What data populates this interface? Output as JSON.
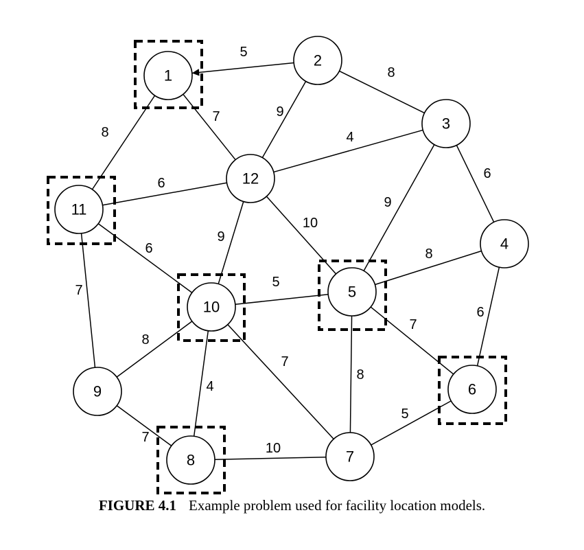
{
  "nodes": [
    {
      "id": "1",
      "label": "1"
    },
    {
      "id": "2",
      "label": "2"
    },
    {
      "id": "3",
      "label": "3"
    },
    {
      "id": "4",
      "label": "4"
    },
    {
      "id": "5",
      "label": "5"
    },
    {
      "id": "6",
      "label": "6"
    },
    {
      "id": "7",
      "label": "7"
    },
    {
      "id": "8",
      "label": "8"
    },
    {
      "id": "9",
      "label": "9"
    },
    {
      "id": "10",
      "label": "10"
    },
    {
      "id": "11",
      "label": "11"
    },
    {
      "id": "12",
      "label": "12"
    }
  ],
  "edges": [
    {
      "from": "2",
      "to": "1",
      "weight": "5",
      "directed": true
    },
    {
      "from": "2",
      "to": "3",
      "weight": "8"
    },
    {
      "from": "2",
      "to": "12",
      "weight": "9"
    },
    {
      "from": "1",
      "to": "12",
      "weight": "7"
    },
    {
      "from": "1",
      "to": "11",
      "weight": "8"
    },
    {
      "from": "3",
      "to": "12",
      "weight": "4"
    },
    {
      "from": "3",
      "to": "4",
      "weight": "6"
    },
    {
      "from": "3",
      "to": "5",
      "weight": "9"
    },
    {
      "from": "11",
      "to": "12",
      "weight": "6"
    },
    {
      "from": "12",
      "to": "5",
      "weight": "10"
    },
    {
      "from": "12",
      "to": "10",
      "weight": "9"
    },
    {
      "from": "11",
      "to": "10",
      "weight": "6"
    },
    {
      "from": "11",
      "to": "9",
      "weight": "7"
    },
    {
      "from": "4",
      "to": "5",
      "weight": "8"
    },
    {
      "from": "4",
      "to": "6",
      "weight": "6"
    },
    {
      "from": "10",
      "to": "5",
      "weight": "5"
    },
    {
      "from": "5",
      "to": "6",
      "weight": "7"
    },
    {
      "from": "5",
      "to": "7",
      "weight": "8"
    },
    {
      "from": "10",
      "to": "9",
      "weight": "8"
    },
    {
      "from": "10",
      "to": "8",
      "weight": "4"
    },
    {
      "from": "10",
      "to": "7",
      "weight": "7"
    },
    {
      "from": "6",
      "to": "7",
      "weight": "5"
    },
    {
      "from": "9",
      "to": "8",
      "weight": "7"
    },
    {
      "from": "8",
      "to": "7",
      "weight": "10"
    }
  ],
  "facility_nodes": [
    "1",
    "11",
    "10",
    "5",
    "6",
    "8"
  ],
  "caption": {
    "label": "FIGURE 4.1",
    "text": "Example problem used for facility location models."
  }
}
